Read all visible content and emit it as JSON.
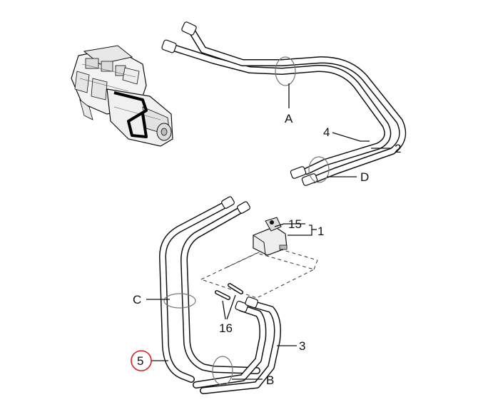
{
  "callouts": {
    "a": "A",
    "b": "B",
    "c": "C",
    "d": "D",
    "part_1": "1",
    "part_2": "2",
    "part_3": "3",
    "part_4": "4",
    "part_5": "5",
    "part_15": "15",
    "part_16": "16"
  },
  "colors": {
    "line": "#111111",
    "highlight_circle": "#d62020"
  }
}
